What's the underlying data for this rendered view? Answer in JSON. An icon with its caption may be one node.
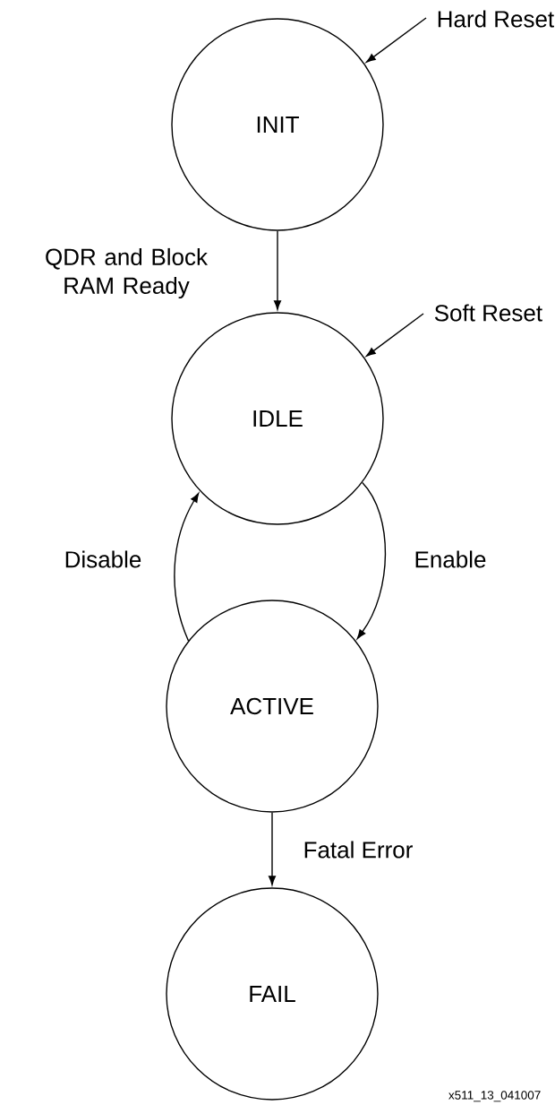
{
  "diagram": {
    "nodes": [
      {
        "text": [
          "INIT"
        ]
      },
      {
        "text": [
          "IDLE"
        ]
      },
      {
        "text": [
          "ACTIVE"
        ]
      },
      {
        "text": [
          "FAIL"
        ]
      }
    ],
    "edges": [
      {
        "from": null,
        "to": 0,
        "arrow": "to",
        "label": "Hard Reset"
      },
      {
        "from": 0,
        "to": 1,
        "arrow": "to",
        "label": "QDR and Block RAM Ready"
      },
      {
        "from": null,
        "to": 1,
        "arrow": "to",
        "label": "Soft Reset"
      },
      {
        "from": 2,
        "to": 1,
        "arrow": "to",
        "label": "Disable"
      },
      {
        "from": 1,
        "to": 2,
        "arrow": "to",
        "label": "Enable"
      },
      {
        "from": 2,
        "to": 3,
        "arrow": "to",
        "label": "Fatal Error"
      }
    ],
    "labels": [
      "x511_13_041007"
    ]
  }
}
